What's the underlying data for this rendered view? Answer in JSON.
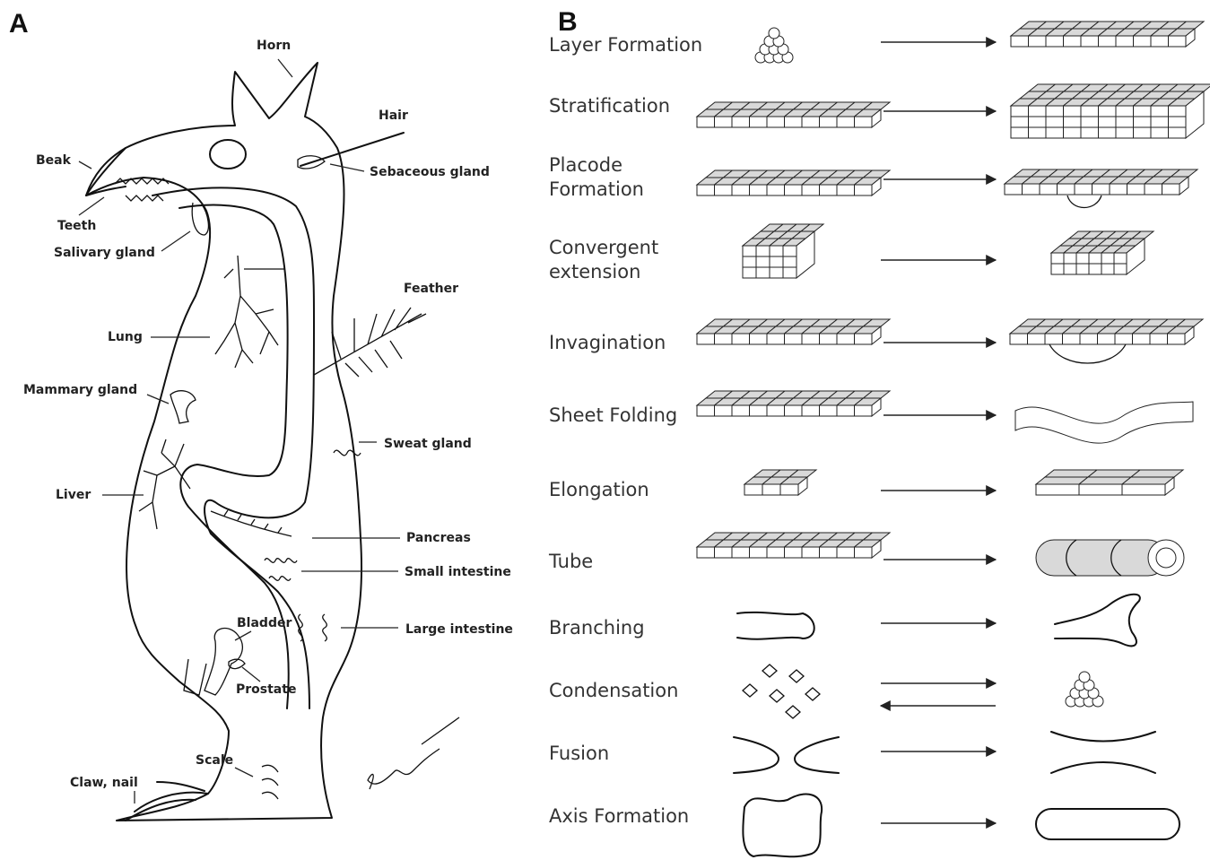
{
  "panel_a": {
    "letter": "A",
    "labels": {
      "horn": "Horn",
      "hair": "Hair",
      "beak": "Beak",
      "sebaceous_gland": "Sebaceous gland",
      "teeth": "Teeth",
      "salivary_gland": "Salivary gland",
      "feather": "Feather",
      "lung": "Lung",
      "mammary_gland": "Mammary gland",
      "sweat_gland": "Sweat gland",
      "liver": "Liver",
      "pancreas": "Pancreas",
      "small_intestine": "Small intestine",
      "bladder": "Bladder",
      "large_intestine": "Large intestine",
      "prostate": "Prostate",
      "scale": "Scale",
      "claw_nail": "Claw, nail"
    }
  },
  "panel_b": {
    "letter": "B",
    "processes": [
      {
        "id": "layer-formation",
        "label_lines": [
          "Layer Formation"
        ]
      },
      {
        "id": "stratification",
        "label_lines": [
          "Stratification"
        ]
      },
      {
        "id": "placode-formation",
        "label_lines": [
          "Placode",
          "Formation"
        ]
      },
      {
        "id": "convergent-extension",
        "label_lines": [
          "Convergent",
          "extension"
        ]
      },
      {
        "id": "invagination",
        "label_lines": [
          "Invagination"
        ]
      },
      {
        "id": "sheet-folding",
        "label_lines": [
          "Sheet Folding"
        ]
      },
      {
        "id": "elongation",
        "label_lines": [
          "Elongation"
        ]
      },
      {
        "id": "tube",
        "label_lines": [
          "Tube"
        ]
      },
      {
        "id": "branching",
        "label_lines": [
          "Branching"
        ]
      },
      {
        "id": "condensation",
        "label_lines": [
          "Condensation"
        ]
      },
      {
        "id": "fusion",
        "label_lines": [
          "Fusion"
        ]
      },
      {
        "id": "axis-formation",
        "label_lines": [
          "Axis Formation"
        ]
      }
    ]
  }
}
